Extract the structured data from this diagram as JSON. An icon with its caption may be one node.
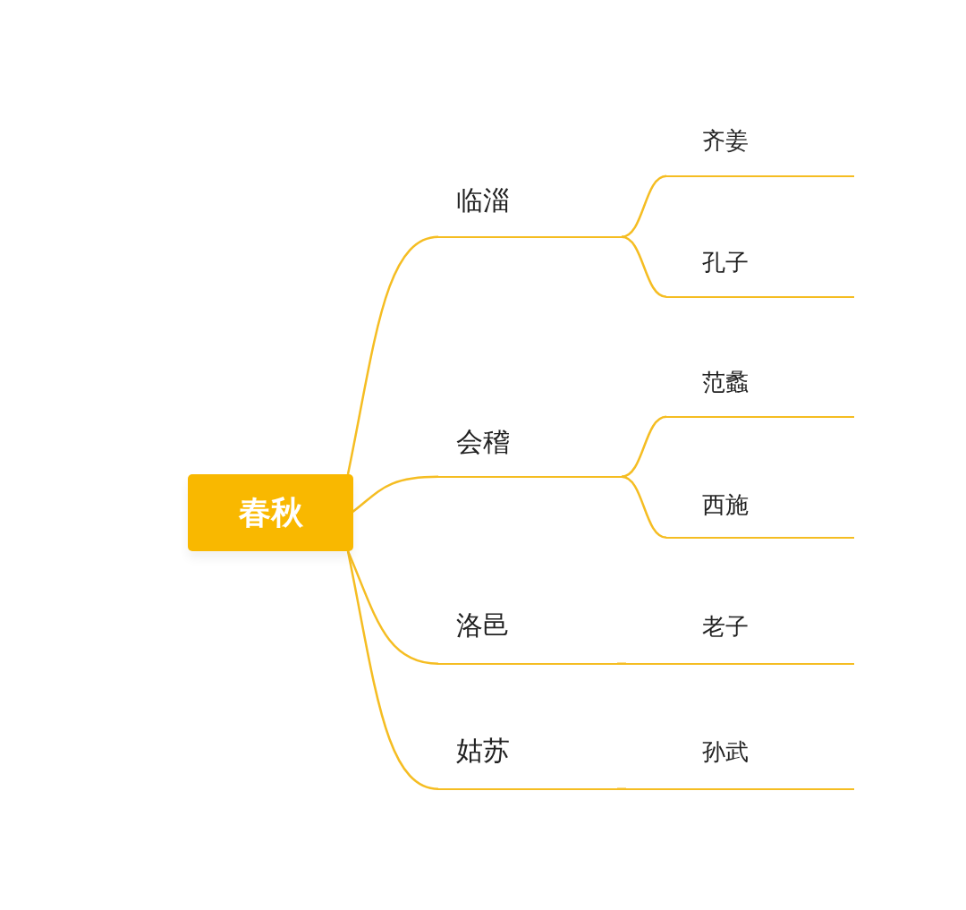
{
  "diagram": {
    "nodes": [
      {
        "text": [
          "春秋"
        ]
      },
      {
        "text": [
          "临淄"
        ]
      },
      {
        "text": [
          "齐姜"
        ]
      },
      {
        "text": [
          "孔子"
        ]
      },
      {
        "text": [
          "会稽"
        ]
      },
      {
        "text": [
          "范蠡"
        ]
      },
      {
        "text": [
          "西施"
        ]
      },
      {
        "text": [
          "洛邑"
        ]
      },
      {
        "text": [
          "老子"
        ]
      },
      {
        "text": [
          "姑苏"
        ]
      },
      {
        "text": [
          "孙武"
        ]
      }
    ],
    "edges": [
      {
        "from": 0,
        "to": 1,
        "arrow": "none"
      },
      {
        "from": 1,
        "to": 2,
        "arrow": "none"
      },
      {
        "from": 1,
        "to": 3,
        "arrow": "none"
      },
      {
        "from": 0,
        "to": 4,
        "arrow": "none"
      },
      {
        "from": 4,
        "to": 5,
        "arrow": "none"
      },
      {
        "from": 4,
        "to": 6,
        "arrow": "none"
      },
      {
        "from": 0,
        "to": 7,
        "arrow": "none"
      },
      {
        "from": 7,
        "to": 8,
        "arrow": "none"
      },
      {
        "from": 0,
        "to": 9,
        "arrow": "none"
      },
      {
        "from": 9,
        "to": 10,
        "arrow": "none"
      }
    ]
  }
}
